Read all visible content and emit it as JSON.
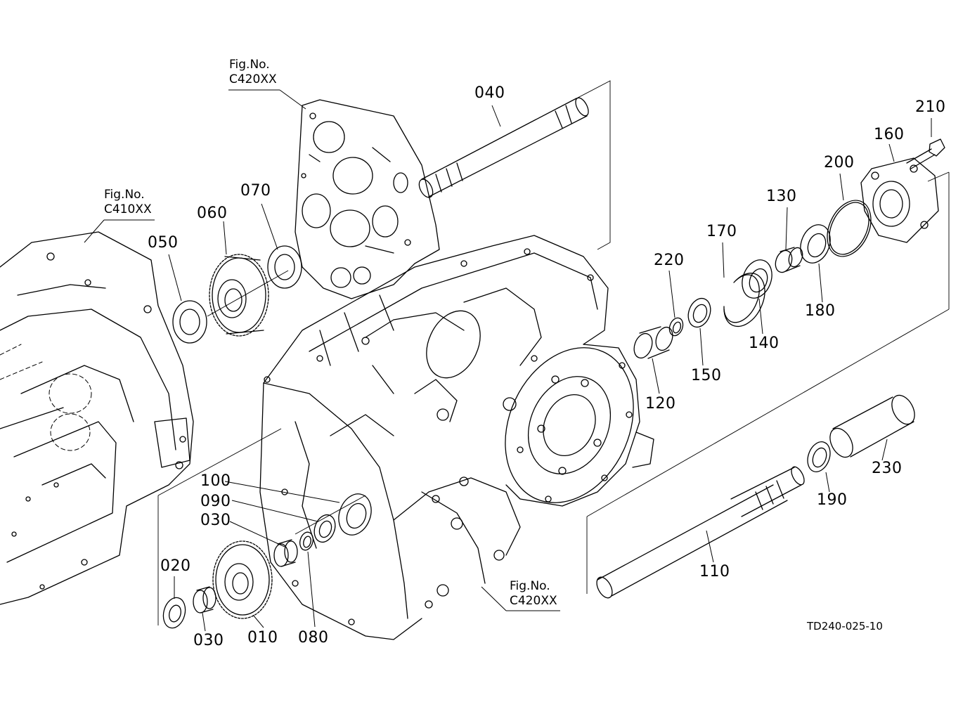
{
  "figure_refs": [
    {
      "prefix": "Fig.No.",
      "code": "C420XX"
    },
    {
      "prefix": "Fig.No.",
      "code": "C410XX"
    },
    {
      "prefix": "Fig.No.",
      "code": "C420XX"
    }
  ],
  "parts": [
    "040",
    "070",
    "060",
    "050",
    "210",
    "160",
    "200",
    "130",
    "170",
    "220",
    "140",
    "180",
    "150",
    "120",
    "230",
    "190",
    "110",
    "100",
    "090",
    "030",
    "020",
    "030",
    "010",
    "080"
  ],
  "drawing_code": "TD240-025-10"
}
